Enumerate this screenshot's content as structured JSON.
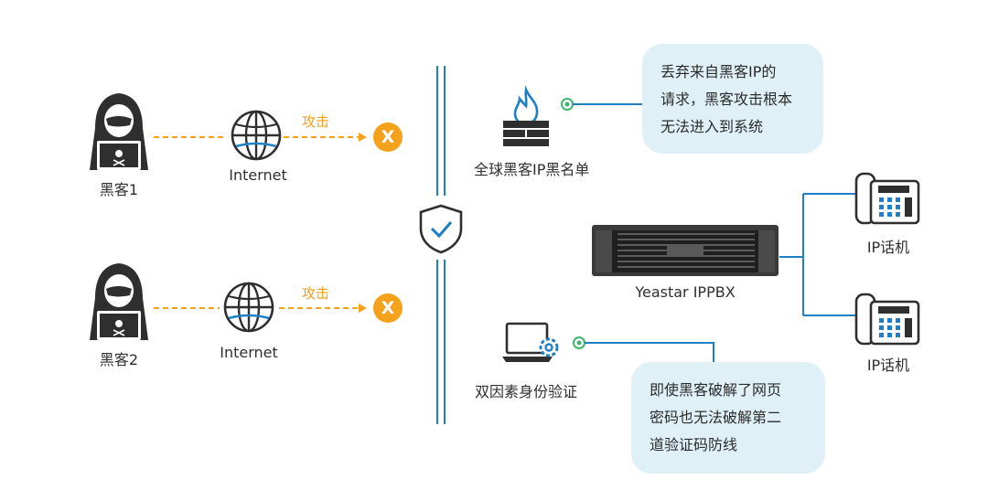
{
  "hackers": [
    {
      "label": "黑客1",
      "network_label": "Internet",
      "attack_label": "攻击",
      "blocked_mark": "X"
    },
    {
      "label": "黑客2",
      "network_label": "Internet",
      "attack_label": "攻击",
      "blocked_mark": "X"
    }
  ],
  "firewall": {
    "label": "全球黑客IP黑名单"
  },
  "firewall_note": {
    "lines": [
      "丢弃来自黑客IP的",
      "请求，黑客攻击根本",
      "无法进入到系统"
    ]
  },
  "two_factor": {
    "label": "双因素身份验证"
  },
  "two_factor_note": {
    "lines": [
      "即使黑客破解了网页",
      "密码也无法破解第二",
      "道验证码防线"
    ]
  },
  "server": {
    "label": "Yeastar IPPBX"
  },
  "phones": [
    {
      "label": "IP话机"
    },
    {
      "label": "IP话机"
    }
  ],
  "colors": {
    "accent_blue": "#1e7fc4",
    "attack_orange": "#f4a21c",
    "bubble_bg": "#dff0f7",
    "icon_dark": "#3a3a3a",
    "dot_green": "#3fb66b"
  }
}
